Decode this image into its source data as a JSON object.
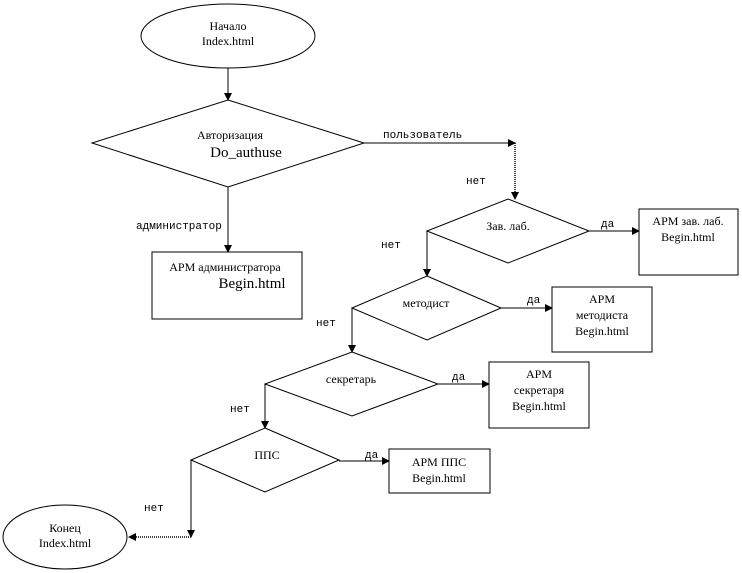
{
  "diagram": {
    "type": "flowchart",
    "nodes": {
      "start": {
        "lines": [
          "Начало",
          "Index.html"
        ]
      },
      "auth": {
        "lines": [
          "Авторизация",
          "Do_authuse"
        ]
      },
      "admin": {
        "lines": [
          "АРМ администратора",
          "Begin.html"
        ]
      },
      "zavlab_decision": {
        "label": "Зав. лаб."
      },
      "zavlab_box": {
        "lines": [
          "АРМ зав. лаб.",
          "Begin.html"
        ]
      },
      "metodist_decision": {
        "label": "методист"
      },
      "metodist_box": {
        "lines": [
          "АРМ",
          "методиста",
          "Begin.html"
        ]
      },
      "sekretar_decision": {
        "label": "секретарь"
      },
      "sekretar_box": {
        "lines": [
          "АРМ",
          "секретаря",
          "Begin.html"
        ]
      },
      "pps_decision": {
        "label": "ППС"
      },
      "pps_box": {
        "lines": [
          "АРМ ППС",
          "Begin.html"
        ]
      },
      "end": {
        "lines": [
          "Конец",
          "Index.html"
        ]
      }
    },
    "edge_labels": {
      "user": "пользователь",
      "admin": "администратор",
      "no_top": "нет",
      "zavlab_yes": "да",
      "zavlab_no": "нет",
      "metodist_yes": "да",
      "metodist_no": "нет",
      "sekretar_yes": "да",
      "sekretar_no": "нет",
      "pps_yes": "да",
      "pps_no": "нет"
    }
  }
}
